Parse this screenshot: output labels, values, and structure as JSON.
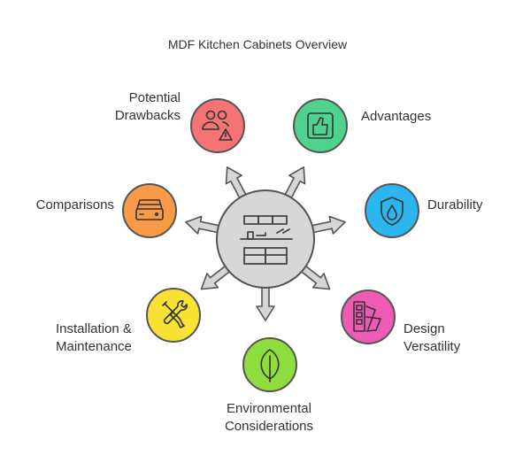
{
  "title": "MDF Kitchen Cabinets Overview",
  "center": {
    "icon": "kitchen-cabinet-icon",
    "fill": "#d7d7d7"
  },
  "nodes": [
    {
      "id": "potential-drawbacks",
      "label_lines": [
        "Potential",
        "Drawbacks"
      ],
      "icon": "users-warning-icon",
      "color": "#f47474"
    },
    {
      "id": "advantages",
      "label_lines": [
        "Advantages"
      ],
      "icon": "thumbs-up-icon",
      "color": "#4fd28e"
    },
    {
      "id": "durability",
      "label_lines": [
        "Durability"
      ],
      "icon": "shield-drop-icon",
      "color": "#2cb6f0"
    },
    {
      "id": "design-versatility",
      "label_lines": [
        "Design",
        "Versatility"
      ],
      "icon": "color-swatch-icon",
      "color": "#ee5ab4"
    },
    {
      "id": "environmental-considerations",
      "label_lines": [
        "Environmental",
        "Considerations"
      ],
      "icon": "leaf-icon",
      "color": "#8fdc3e"
    },
    {
      "id": "installation-maintenance",
      "label_lines": [
        "Installation &",
        "Maintenance"
      ],
      "icon": "wrench-screwdriver-icon",
      "color": "#f9e233"
    },
    {
      "id": "comparisons",
      "label_lines": [
        "Comparisons"
      ],
      "icon": "drive-icon",
      "color": "#f89a47"
    }
  ]
}
